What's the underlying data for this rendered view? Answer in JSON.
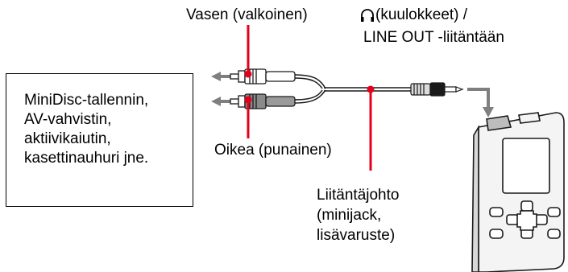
{
  "labels": {
    "left_channel": "Vasen (valkoinen)",
    "headphone_line1": "(kuulokkeet) /",
    "headphone_line2": "LINE OUT -liitäntään",
    "right_channel": "Oikea (punainen)",
    "cable_line1": "Liitäntäjohto",
    "cable_line2": "(minijack,",
    "cable_line3": "lisävaruste)"
  },
  "device_box": {
    "text": "MiniDisc-tallennin,\nAV-vahvistin,\naktiivikaiutin,\nkasettinauhuri jne."
  },
  "icons": {
    "headphone": "headphone-icon"
  },
  "colors": {
    "callout": "#e4001b",
    "arrow": "#7f7f7f",
    "cable": "#1a1a1a",
    "player_body": "#f4f4f4",
    "player_screen": "#ffffff"
  }
}
